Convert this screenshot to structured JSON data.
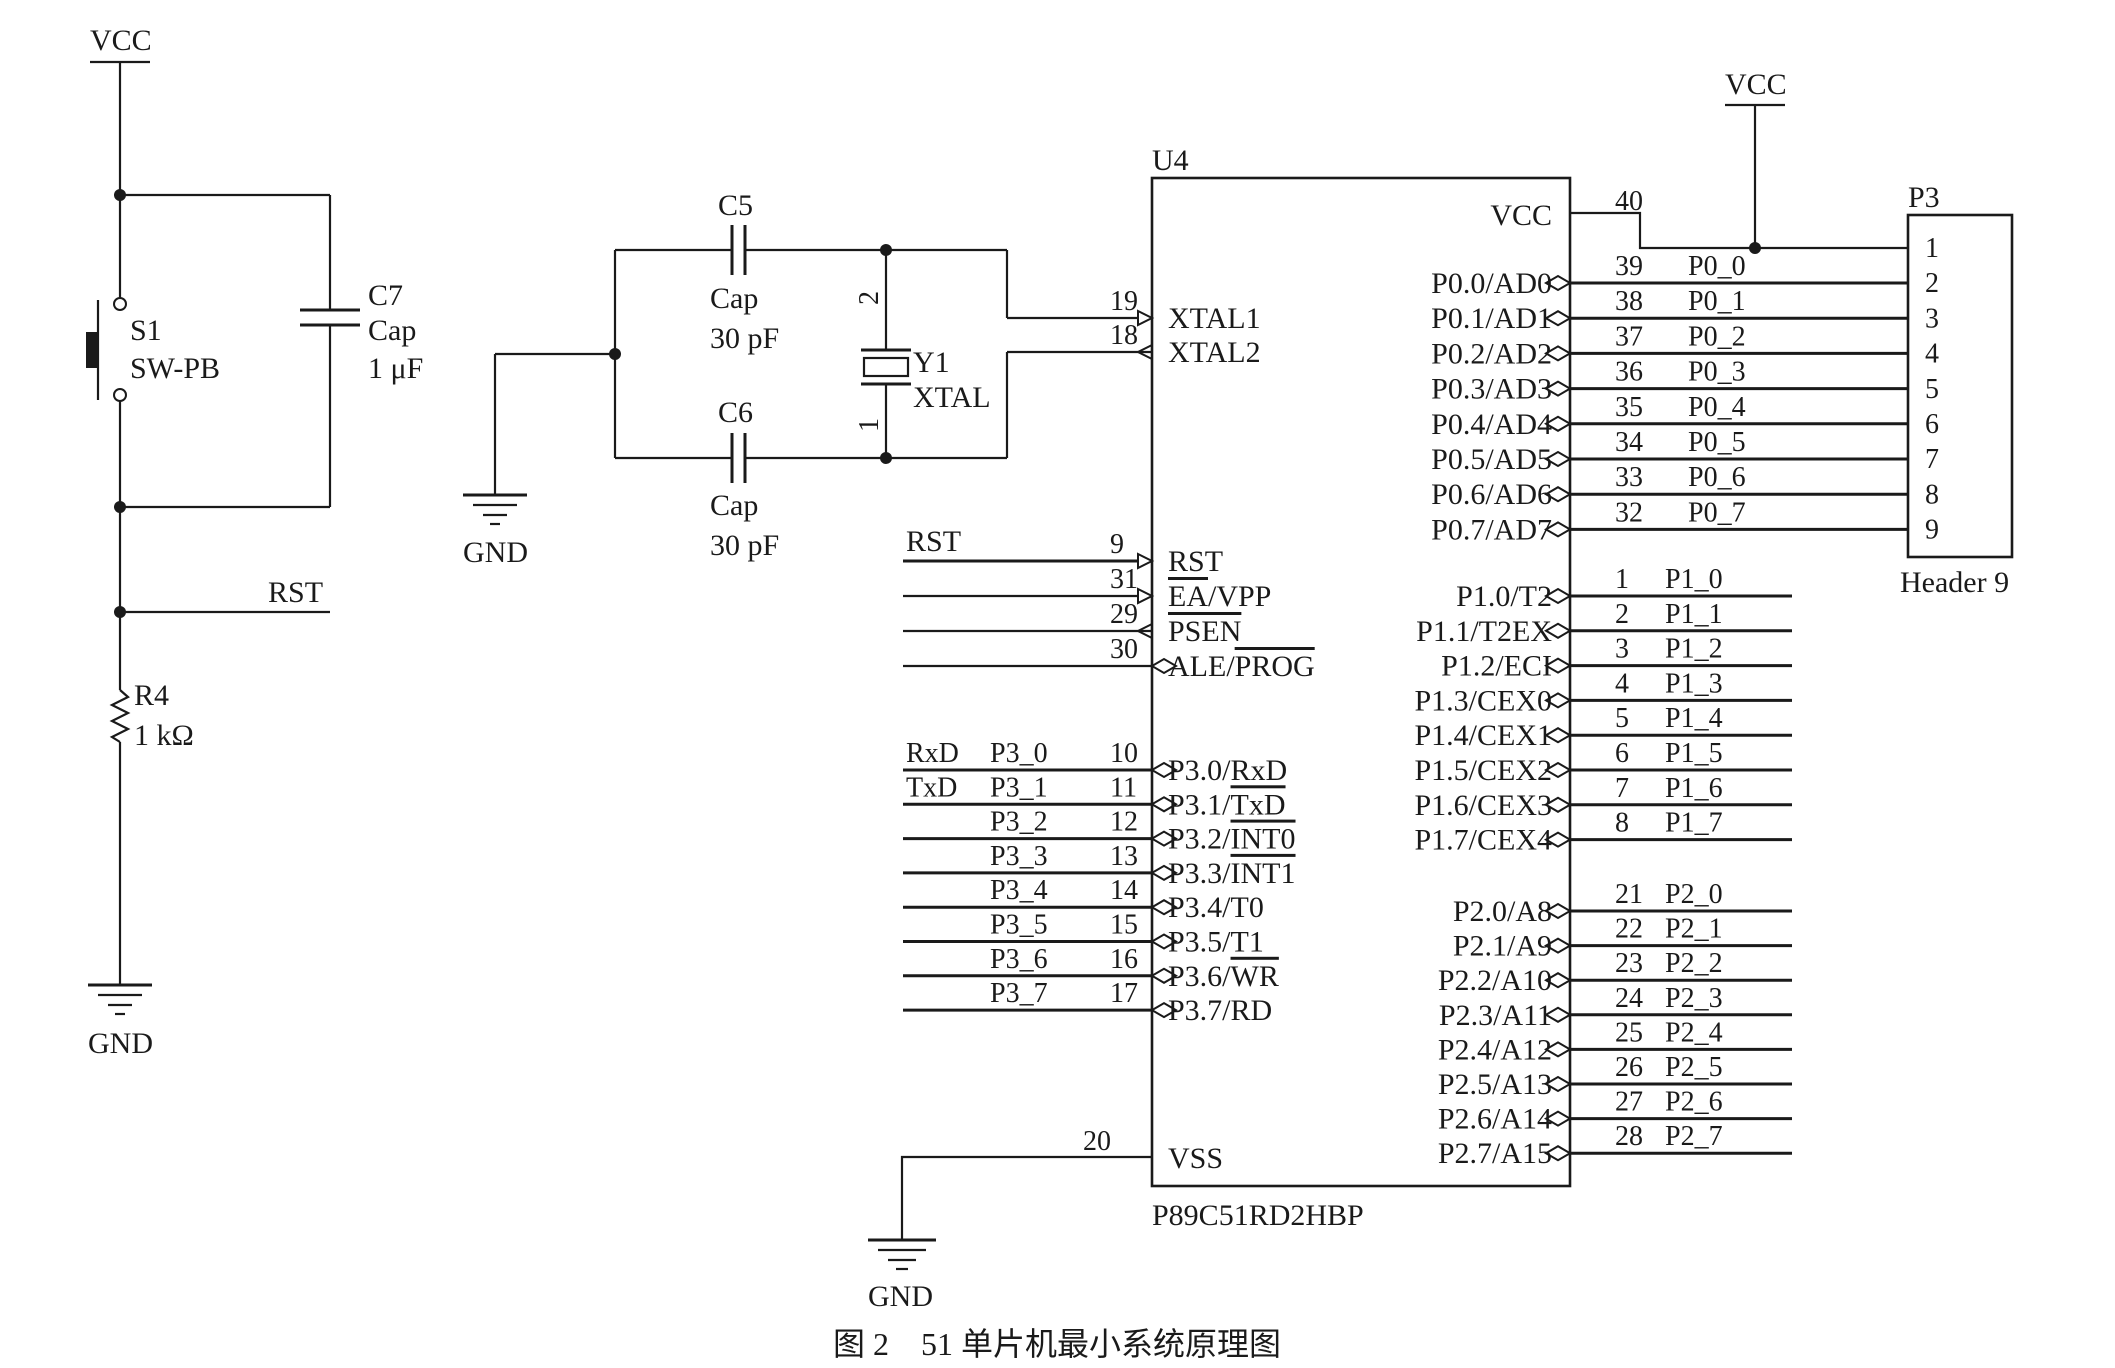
{
  "caption": "图 2　51 单片机最小系统原理图",
  "power": {
    "vcc": "VCC",
    "gnd": "GND"
  },
  "reset_circuit": {
    "switch": {
      "ref": "S1",
      "type": "SW-PB"
    },
    "capacitor": {
      "ref": "C7",
      "type": "Cap",
      "value": "1 μF"
    },
    "resistor": {
      "ref": "R4",
      "value": "1 kΩ"
    },
    "net": "RST"
  },
  "clock_circuit": {
    "c5": {
      "ref": "C5",
      "type": "Cap",
      "value": "30 pF"
    },
    "c6": {
      "ref": "C6",
      "type": "Cap",
      "value": "30 pF"
    },
    "crystal": {
      "ref": "Y1",
      "type": "XTAL",
      "pin1": "1",
      "pin2": "2"
    }
  },
  "mcu": {
    "ref": "U4",
    "part": "P89C51RD2HBP",
    "vcc_pin": {
      "name": "VCC",
      "num": "40"
    },
    "vss_pin": {
      "name": "VSS",
      "num": "20"
    },
    "xtal_pins": [
      {
        "name": "XTAL1",
        "num": "19"
      },
      {
        "name": "XTAL2",
        "num": "18"
      }
    ],
    "control_pins": [
      {
        "name": "RST",
        "num": "9",
        "net": "RST"
      },
      {
        "name": "EA/VPP",
        "num": "31",
        "net": ""
      },
      {
        "name": "PSEN",
        "num": "29",
        "net": ""
      },
      {
        "name": "ALE/PROG",
        "num": "30",
        "net": ""
      }
    ],
    "p3_pins": [
      {
        "name": "P3.0/RxD",
        "num": "10",
        "net": "P3_0",
        "ext": "RxD"
      },
      {
        "name": "P3.1/TxD",
        "num": "11",
        "net": "P3_1",
        "ext": "TxD"
      },
      {
        "name": "P3.2/INT0",
        "num": "12",
        "net": "P3_2",
        "ext": ""
      },
      {
        "name": "P3.3/INT1",
        "num": "13",
        "net": "P3_3",
        "ext": ""
      },
      {
        "name": "P3.4/T0",
        "num": "14",
        "net": "P3_4",
        "ext": ""
      },
      {
        "name": "P3.5/T1",
        "num": "15",
        "net": "P3_5",
        "ext": ""
      },
      {
        "name": "P3.6/WR",
        "num": "16",
        "net": "P3_6",
        "ext": ""
      },
      {
        "name": "P3.7/RD",
        "num": "17",
        "net": "P3_7",
        "ext": ""
      }
    ],
    "p0_pins": [
      {
        "name": "P0.0/AD0",
        "num": "39",
        "net": "P0_0"
      },
      {
        "name": "P0.1/AD1",
        "num": "38",
        "net": "P0_1"
      },
      {
        "name": "P0.2/AD2",
        "num": "37",
        "net": "P0_2"
      },
      {
        "name": "P0.3/AD3",
        "num": "36",
        "net": "P0_3"
      },
      {
        "name": "P0.4/AD4",
        "num": "35",
        "net": "P0_4"
      },
      {
        "name": "P0.5/AD5",
        "num": "34",
        "net": "P0_5"
      },
      {
        "name": "P0.6/AD6",
        "num": "33",
        "net": "P0_6"
      },
      {
        "name": "P0.7/AD7",
        "num": "32",
        "net": "P0_7"
      }
    ],
    "p1_pins": [
      {
        "name": "P1.0/T2",
        "num": "1",
        "net": "P1_0"
      },
      {
        "name": "P1.1/T2EX",
        "num": "2",
        "net": "P1_1"
      },
      {
        "name": "P1.2/ECI",
        "num": "3",
        "net": "P1_2"
      },
      {
        "name": "P1.3/CEX0",
        "num": "4",
        "net": "P1_3"
      },
      {
        "name": "P1.4/CEX1",
        "num": "5",
        "net": "P1_4"
      },
      {
        "name": "P1.5/CEX2",
        "num": "6",
        "net": "P1_5"
      },
      {
        "name": "P1.6/CEX3",
        "num": "7",
        "net": "P1_6"
      },
      {
        "name": "P1.7/CEX4",
        "num": "8",
        "net": "P1_7"
      }
    ],
    "p2_pins": [
      {
        "name": "P2.0/A8",
        "num": "21",
        "net": "P2_0"
      },
      {
        "name": "P2.1/A9",
        "num": "22",
        "net": "P2_1"
      },
      {
        "name": "P2.2/A10",
        "num": "23",
        "net": "P2_2"
      },
      {
        "name": "P2.3/A11",
        "num": "24",
        "net": "P2_3"
      },
      {
        "name": "P2.4/A12",
        "num": "25",
        "net": "P2_4"
      },
      {
        "name": "P2.5/A13",
        "num": "26",
        "net": "P2_5"
      },
      {
        "name": "P2.6/A14",
        "num": "27",
        "net": "P2_6"
      },
      {
        "name": "P2.7/A15",
        "num": "28",
        "net": "P2_7"
      }
    ]
  },
  "header": {
    "ref": "P3",
    "part": "Header 9",
    "pins": [
      "1",
      "2",
      "3",
      "4",
      "5",
      "6",
      "7",
      "8",
      "9"
    ]
  }
}
